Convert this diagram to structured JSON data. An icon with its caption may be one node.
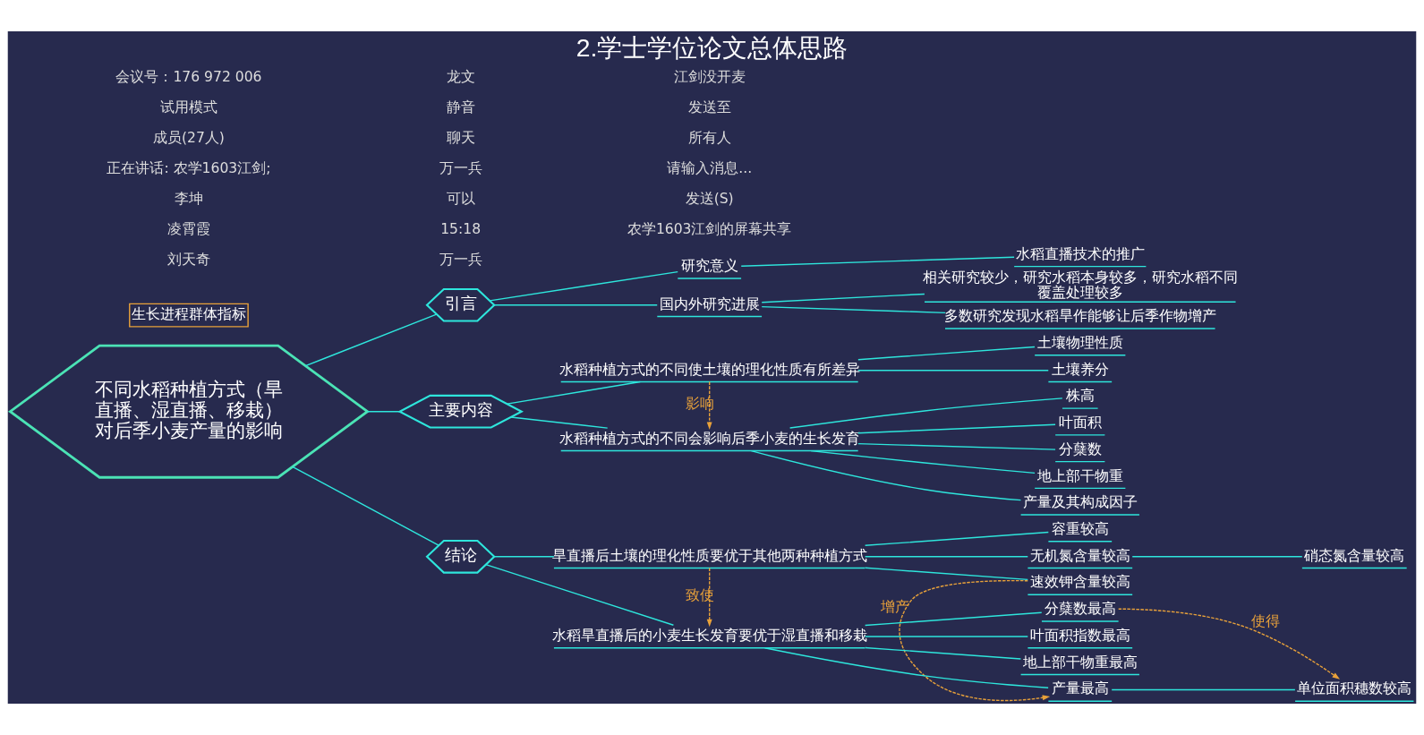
{
  "diagram": {
    "title": "2.学士学位论文总体思路",
    "nodes": [
      {
        "text": [
          "不同水稻种植方式（旱直播、湿直播、移栽）对后季小麦产量的影响"
        ]
      },
      {
        "text": [
          "引言"
        ]
      },
      {
        "text": [
          "研究意义"
        ]
      },
      {
        "text": [
          "水稻直播技术的推广"
        ]
      },
      {
        "text": [
          "国内外研究进展"
        ]
      },
      {
        "text": [
          "相关研究较少，研究水稻本身较多，研究水稻不同覆盖处理较多"
        ]
      },
      {
        "text": [
          "多数研究发现水稻旱作能够让后季作物增产"
        ]
      },
      {
        "text": [
          "主要内容"
        ]
      },
      {
        "text": [
          "水稻种植方式的不同使土壤的理化性质有所差异"
        ]
      },
      {
        "text": [
          "土壤物理性质"
        ]
      },
      {
        "text": [
          "土壤养分"
        ]
      },
      {
        "text": [
          "水稻种植方式的不同会影响后季小麦的生长发育"
        ]
      },
      {
        "text": [
          "株高"
        ]
      },
      {
        "text": [
          "叶面积"
        ]
      },
      {
        "text": [
          "分蘖数"
        ]
      },
      {
        "text": [
          "地上部干物重"
        ]
      },
      {
        "text": [
          "产量及其构成因子"
        ]
      },
      {
        "text": [
          "生长进程群体指标"
        ]
      },
      {
        "text": [
          "结论"
        ]
      },
      {
        "text": [
          "旱直播后土壤的理化性质要优于其他两种种植方式"
        ]
      },
      {
        "text": [
          "容重较高"
        ]
      },
      {
        "text": [
          "无机氮含量较高"
        ]
      },
      {
        "text": [
          "硝态氮含量较高"
        ]
      },
      {
        "text": [
          "速效钾含量较高"
        ]
      },
      {
        "text": [
          "水稻旱直播后的小麦生长发育要优于湿直播和移栽"
        ]
      },
      {
        "text": [
          "分蘖数最高"
        ]
      },
      {
        "text": [
          "叶面积指数最高"
        ]
      },
      {
        "text": [
          "地上部干物重最高"
        ]
      },
      {
        "text": [
          "产量最高"
        ]
      },
      {
        "text": [
          "单位面积穗数较高"
        ]
      }
    ],
    "edges": [
      {
        "from": 0,
        "to": 1,
        "arrow": "none"
      },
      {
        "from": 1,
        "to": 2,
        "arrow": "none"
      },
      {
        "from": 2,
        "to": 3,
        "arrow": "none"
      },
      {
        "from": 1,
        "to": 4,
        "arrow": "none"
      },
      {
        "from": 4,
        "to": 5,
        "arrow": "none"
      },
      {
        "from": 4,
        "to": 6,
        "arrow": "none"
      },
      {
        "from": 0,
        "to": 7,
        "arrow": "none"
      },
      {
        "from": 7,
        "to": 8,
        "arrow": "none"
      },
      {
        "from": 8,
        "to": 9,
        "arrow": "none"
      },
      {
        "from": 8,
        "to": 10,
        "arrow": "none"
      },
      {
        "from": 7,
        "to": 11,
        "arrow": "none"
      },
      {
        "from": 11,
        "to": 12,
        "arrow": "none"
      },
      {
        "from": 11,
        "to": 13,
        "arrow": "none"
      },
      {
        "from": 11,
        "to": 14,
        "arrow": "none"
      },
      {
        "from": 11,
        "to": 15,
        "arrow": "none"
      },
      {
        "from": 11,
        "to": 16,
        "arrow": "none"
      },
      {
        "from": 0,
        "to": 18,
        "arrow": "none"
      },
      {
        "from": 18,
        "to": 19,
        "arrow": "none"
      },
      {
        "from": 19,
        "to": 20,
        "arrow": "none"
      },
      {
        "from": 19,
        "to": 21,
        "arrow": "none"
      },
      {
        "from": 21,
        "to": 22,
        "arrow": "none"
      },
      {
        "from": 19,
        "to": 23,
        "arrow": "none"
      },
      {
        "from": 18,
        "to": 24,
        "arrow": "none"
      },
      {
        "from": 24,
        "to": 25,
        "arrow": "none"
      },
      {
        "from": 24,
        "to": 26,
        "arrow": "none"
      },
      {
        "from": 24,
        "to": 27,
        "arrow": "none"
      },
      {
        "from": 24,
        "to": 28,
        "arrow": "none"
      },
      {
        "from": 28,
        "to": 29,
        "arrow": "none"
      },
      {
        "from": 8,
        "to": 11,
        "arrow": "to",
        "label": "影响",
        "style": "dashed",
        "color": "#e8a13a"
      },
      {
        "from": 19,
        "to": 24,
        "arrow": "to",
        "label": "致使",
        "style": "dashed",
        "color": "#e8a13a"
      },
      {
        "from": 25,
        "to": 29,
        "arrow": "to",
        "label": "使得",
        "style": "dashed",
        "color": "#e8a13a"
      },
      {
        "from": 23,
        "to": 28,
        "arrow": "to",
        "label": "增产",
        "style": "dashed",
        "color": "#e8a13a"
      }
    ],
    "labels": [
      "会议号：176 972 006",
      "试用模式",
      "成员(27人)",
      "正在讲话: 农学1603江剑;",
      "李坤",
      "凌霄霞",
      "刘天奇",
      "龙文",
      "静音",
      "聊天",
      "万一兵",
      "可以",
      "15:18",
      "万一兵",
      "江剑没开麦",
      "发送至",
      "所有人",
      "请输入消息...",
      "发送(S)",
      "农学1603江剑的屏幕共享"
    ]
  }
}
